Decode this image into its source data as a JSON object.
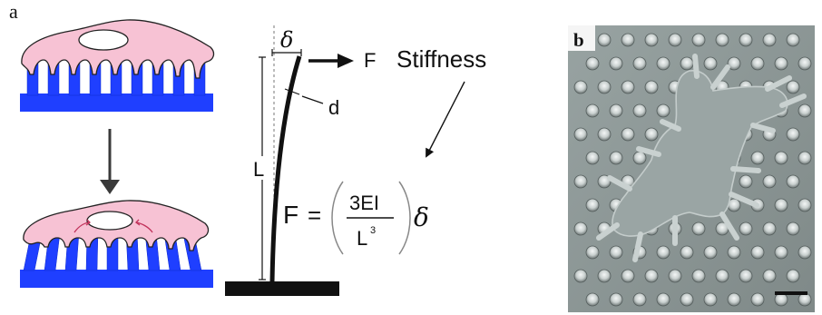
{
  "panels": {
    "a_label": "a",
    "b_label": "b"
  },
  "beam": {
    "deflection_symbol": "δ",
    "force_label": "F",
    "stiffness_label": "Stiffness",
    "diameter_label": "d",
    "length_label": "L"
  },
  "formula": {
    "lhs": "F",
    "equals": "=",
    "numerator": "3EI",
    "denominator_base": "L",
    "denominator_exp": "3",
    "tail": "δ"
  },
  "colors": {
    "pillar_blue": "#1f3fff",
    "cell_pink": "#f7c2d4",
    "arrow_dark": "#3a3a3a",
    "sem_gray": "#8c9796"
  }
}
